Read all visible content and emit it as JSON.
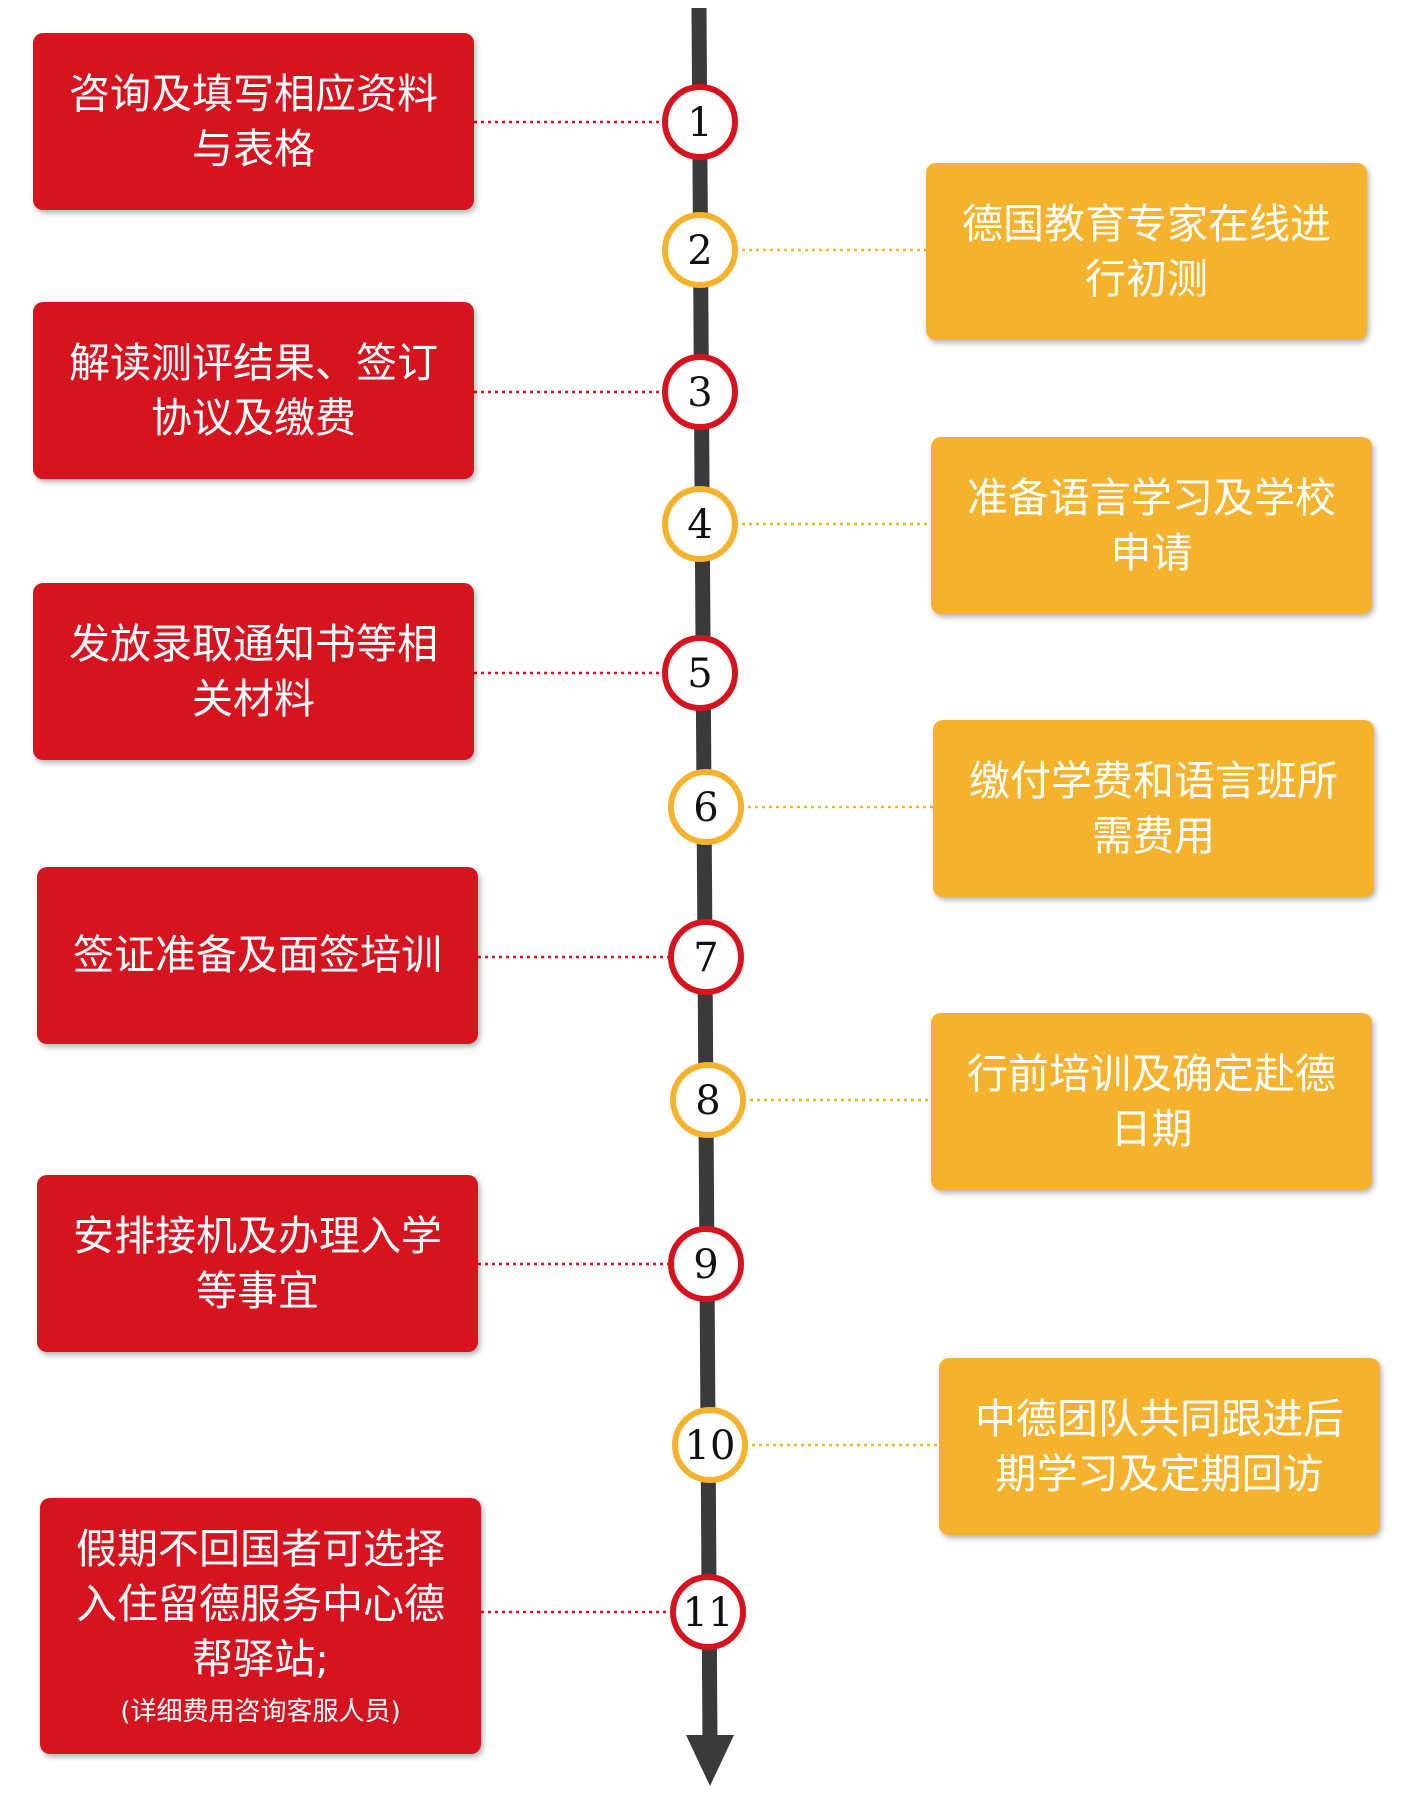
{
  "colors": {
    "red": "#d5141f",
    "yellow": "#f4b22d",
    "timeline": "#3a3a3a",
    "circle_fill": "#ffffff",
    "number_text": "#111111"
  },
  "steps": [
    {
      "number": "1",
      "side": "left",
      "color": "red",
      "lines": [
        "咨询及填写相应资料",
        "与表格"
      ]
    },
    {
      "number": "2",
      "side": "right",
      "color": "yellow",
      "lines": [
        "德国教育专家在线进",
        "行初测"
      ]
    },
    {
      "number": "3",
      "side": "left",
      "color": "red",
      "lines": [
        "解读测评结果、签订",
        "协议及缴费"
      ]
    },
    {
      "number": "4",
      "side": "right",
      "color": "yellow",
      "lines": [
        "准备语言学习及学校",
        "申请"
      ]
    },
    {
      "number": "5",
      "side": "left",
      "color": "red",
      "lines": [
        "发放录取通知书等相",
        "关材料"
      ]
    },
    {
      "number": "6",
      "side": "right",
      "color": "yellow",
      "lines": [
        "缴付学费和语言班所",
        "需费用"
      ]
    },
    {
      "number": "7",
      "side": "left",
      "color": "red",
      "lines": [
        "签证准备及面签培训"
      ]
    },
    {
      "number": "8",
      "side": "right",
      "color": "yellow",
      "lines": [
        "行前培训及确定赴德",
        "日期"
      ]
    },
    {
      "number": "9",
      "side": "left",
      "color": "red",
      "lines": [
        "安排接机及办理入学",
        "等事宜"
      ]
    },
    {
      "number": "10",
      "side": "right",
      "color": "yellow",
      "lines": [
        "中德团队共同跟进后",
        "期学习及定期回访"
      ]
    },
    {
      "number": "11",
      "side": "left",
      "color": "red",
      "lines": [
        "假期不回国者可选择",
        "入住留德服务中心德",
        "帮驿站;"
      ],
      "note": "(详细费用咨询客服人员)"
    }
  ]
}
